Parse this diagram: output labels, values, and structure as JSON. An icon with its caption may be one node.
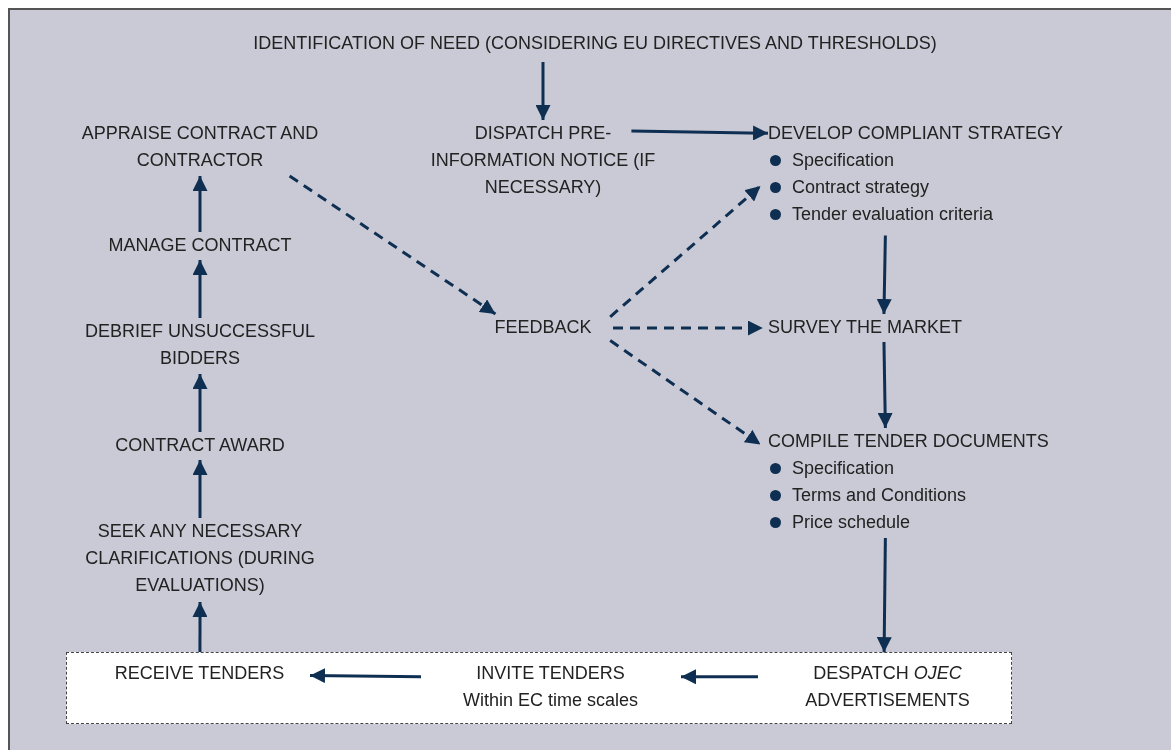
{
  "diagram": {
    "nodes": [
      {
        "text": [
          "IDENTIFICATION OF NEED (CONSIDERING EU DIRECTIVES AND THRESHOLDS)"
        ]
      },
      {
        "text": [
          "DISPATCH PRE-INFORMATION NOTICE (IF NECESSARY)"
        ]
      },
      {
        "text": [
          "DEVELOP COMPLIANT STRATEGY",
          "Specification",
          "Contract strategy",
          "Tender evaluation criteria"
        ]
      },
      {
        "text": [
          "APPRAISE CONTRACT AND CONTRACTOR"
        ]
      },
      {
        "text": [
          "MANAGE CONTRACT"
        ]
      },
      {
        "text": [
          "DEBRIEF UNSUCCESSFUL BIDDERS"
        ]
      },
      {
        "text": [
          "FEEDBACK"
        ]
      },
      {
        "text": [
          "SURVEY THE MARKET"
        ]
      },
      {
        "text": [
          "CONTRACT AWARD"
        ]
      },
      {
        "text": [
          "COMPILE TENDER DOCUMENTS",
          "Specification",
          "Terms and Conditions",
          "Price schedule"
        ]
      },
      {
        "text": [
          "SEEK ANY NECESSARY CLARIFICATIONS (DURING EVALUATIONS)"
        ]
      },
      {
        "text": [],
        "shape": "box"
      },
      {
        "text": [
          "RECEIVE TENDERS"
        ],
        "in": 11
      },
      {
        "text": [
          "INVITE TENDERS",
          "Within EC time scales"
        ],
        "in": 11
      },
      {
        "text": [
          "DESPATCH *OJEC* ADVERTISEMENTS"
        ],
        "in": 11
      }
    ],
    "edges": [
      {
        "from": 0,
        "to": 1,
        "arrow": "to"
      },
      {
        "from": 1,
        "to": 2,
        "arrow": "to"
      },
      {
        "from": 3,
        "to": 6,
        "arrow": "to",
        "style": "dashed"
      },
      {
        "from": 6,
        "to": 2,
        "arrow": "to",
        "style": "dashed"
      },
      {
        "from": 6,
        "to": 7,
        "arrow": "to",
        "style": "dashed"
      },
      {
        "from": 6,
        "to": 9,
        "arrow": "to",
        "style": "dashed"
      },
      {
        "from": 2,
        "to": 7,
        "arrow": "to"
      },
      {
        "from": 7,
        "to": 9,
        "arrow": "to"
      },
      {
        "from": 9,
        "to": 14,
        "arrow": "to"
      },
      {
        "from": 14,
        "to": 13,
        "arrow": "to"
      },
      {
        "from": 13,
        "to": 12,
        "arrow": "to"
      },
      {
        "from": 11,
        "to": 10,
        "arrow": "to"
      },
      {
        "from": 10,
        "to": 8,
        "arrow": "to"
      },
      {
        "from": 8,
        "to": 5,
        "arrow": "to"
      },
      {
        "from": 5,
        "to": 4,
        "arrow": "to"
      },
      {
        "from": 4,
        "to": 3,
        "arrow": "to"
      }
    ]
  }
}
